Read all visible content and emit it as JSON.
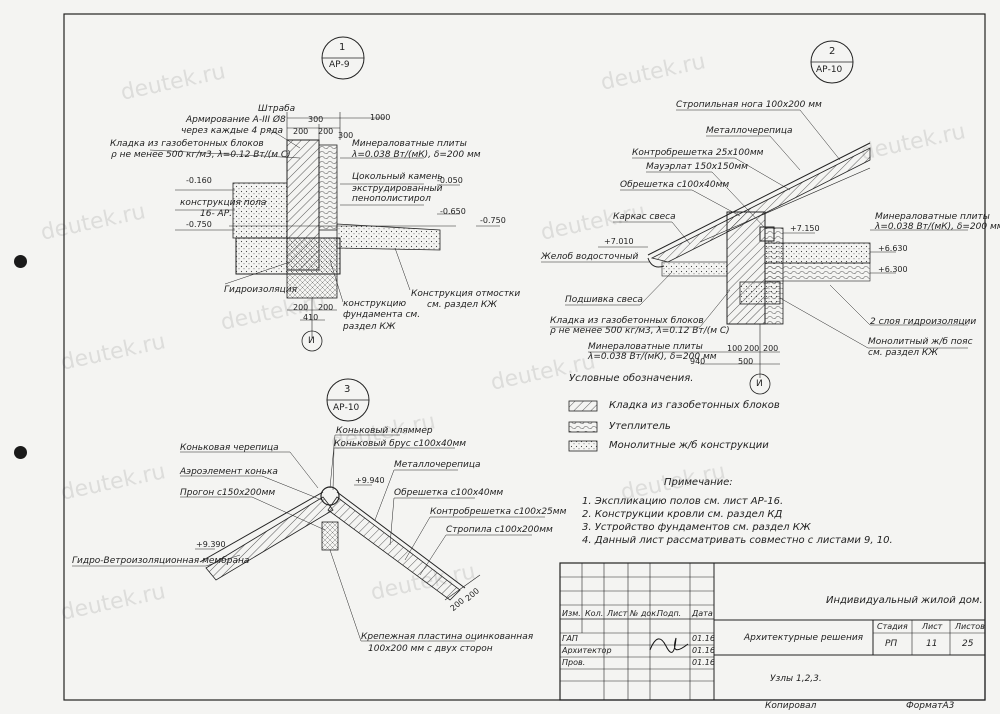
{
  "watermark": "deutek.ru",
  "node1": {
    "num": "1",
    "ref": "АР-9",
    "labels": {
      "shtraba": "Штраба",
      "armirovanie": "Армирование А-III Ø8",
      "armirovanie2": "через каждые 4 ряда",
      "kladka": "Кладка из газобетонных блоков",
      "kladka2": "ρ не менее 500 кг/м3, λ=0.12 Вт/(м С)",
      "mineral": "Минераловатные плиты",
      "mineral2": "λ=0.038 Вт/(мК), δ=200 мм",
      "tsokol": "Цокольный камень",
      "extrud": "экструдированный",
      "extrud2": "пенополистирол",
      "konstr_pola": "конструкция пола",
      "konstr_pola2": "16- АР.",
      "gidroiz": "Гидроизоляция",
      "fund": "конструкцию",
      "fund2": "фундамента см.",
      "fund3": "раздел КЖ",
      "otmostka": "Конструкция отмостки",
      "otmostka2": "см. раздел КЖ",
      "i": "И"
    },
    "levels": [
      "-0.160",
      "-0.750",
      "-0.050",
      "-0.650",
      "-0.750"
    ],
    "dims": [
      "1000",
      "300",
      "200",
      "200",
      "300",
      "200",
      "200",
      "410"
    ]
  },
  "node2": {
    "num": "2",
    "ref": "АР-10",
    "labels": {
      "stropilo": "Стропильная нога 100х200 мм",
      "metallo": "Металлочерепица",
      "kontr": "Контробрешетка 25х100мм",
      "mauer": "Мауэрлат 150х150мм",
      "obresh": "Обрешетка с100х40мм",
      "karkas": "Каркас свеса",
      "zhelob": "Желоб водосточный",
      "podshivka": "Подшивка свеса",
      "kladka": "Кладка из газобетонных блоков",
      "kladka2": "ρ не менее 500 кг/м3, λ=0.12 Вт/(м С)",
      "mineral": "Минераловатные плиты",
      "mineral2": "λ=0.038 Вт/(мК), δ=200 мм",
      "mineral_r": "Минераловатные плиты",
      "mineral_r2": "λ=0.038 Вт/(мК), δ=200 мм",
      "gidro2": "2 слоя гидроизоляции",
      "monolit": "Монолитный ж/б пояс",
      "monolit2": "см. раздел КЖ",
      "i": "И"
    },
    "levels": [
      "+7.010",
      "+7.150",
      "+6.630",
      "+6.300"
    ],
    "dims": [
      "100",
      "200",
      "200",
      "500",
      "940"
    ]
  },
  "node3": {
    "num": "3",
    "ref": "АР-10",
    "labels": {
      "konek_cher": "Коньковая черепица",
      "aero": "Аэроэлемент конька",
      "progon": "Прогон с150х200мм",
      "konek_klyam": "Коньковый кляммер",
      "konek_brus": "Коньковый брус с100х40мм",
      "metallo": "Металлочерепица",
      "obresh": "Обрешетка с100х40мм",
      "kontr": "Контробрешетка с100х25мм",
      "stropila": "Стропила с100х200мм",
      "membrana": "Гидро-Ветроизоляционная мембрана",
      "krep": "Крепежная пластина оцинкованная",
      "krep2": "100х200 мм с двух сторон"
    },
    "levels": [
      "+9.940",
      "+9.390"
    ],
    "dims": [
      "200",
      "200"
    ]
  },
  "legend": {
    "title": "Условные обозначения.",
    "items": [
      {
        "label": "Кладка из газобетонных блоков"
      },
      {
        "label": "Утеплитель"
      },
      {
        "label": "Монолитные ж/б конструкции"
      }
    ]
  },
  "notes": {
    "title": "Примечание:",
    "items": [
      "1. Экспликацию полов см. лист АР-16.",
      "2. Конструкции кровли см. раздел КД",
      "3. Устройство фундаментов см. раздел КЖ",
      "4. Данный лист рассматривать совместно с листами 9, 10."
    ]
  },
  "stamp": {
    "project": "Индивидуальный жилой дом.",
    "section": "Архитектурные решения",
    "sheet_title": "Узлы 1,2,3.",
    "headers": [
      "Изм.",
      "Кол.",
      "Лист",
      "№ док.",
      "Подп.",
      "Дата"
    ],
    "roles": [
      "ГАП",
      "Архитектор",
      "Пров."
    ],
    "dates": [
      "01.16",
      "01.16",
      "01.16"
    ],
    "stage_h": "Стадия",
    "sheet_h": "Лист",
    "sheets_h": "Листов",
    "stage": "РП",
    "sheet": "11",
    "sheets": "25"
  },
  "footer": {
    "kopiroval": "Копировал",
    "format": "ФорматА3"
  }
}
